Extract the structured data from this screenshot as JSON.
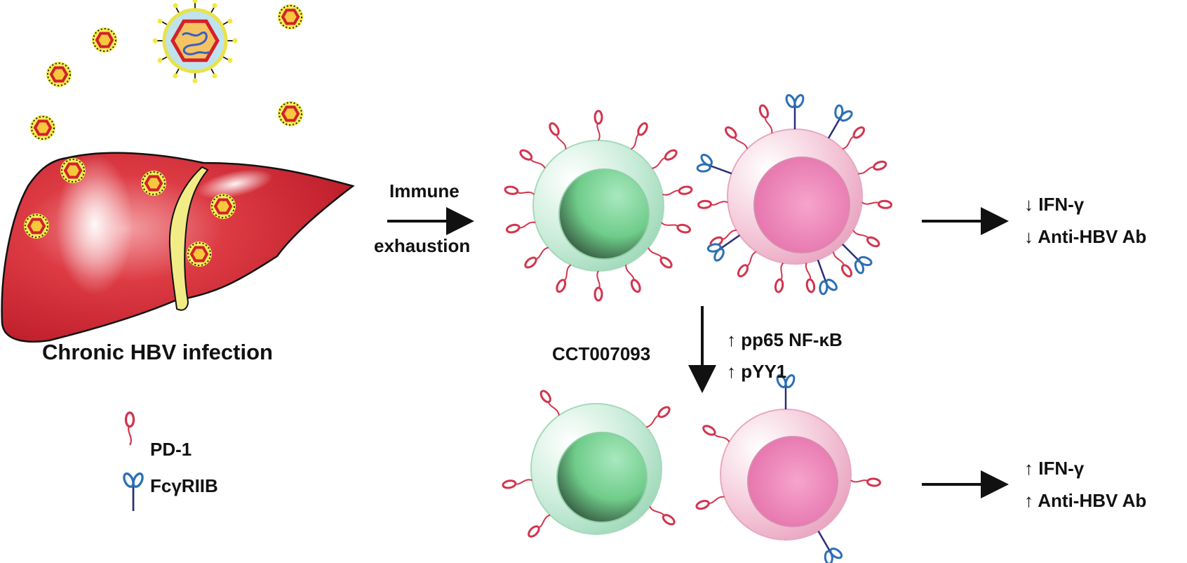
{
  "colors": {
    "liver": "#c8222e",
    "liver_highlight": "#ffffff",
    "gallbladder": "#f1ec86",
    "virus_core": "#d3212a",
    "virus_inner": "#f7c83e",
    "virus_halo": "#f5f050",
    "t_cell_body": "#c9ecd9",
    "t_cell_nucleus": "#6fcc8a",
    "b_cell_body": "#f4c9d9",
    "b_cell_nucleus": "#ea79b0",
    "pd1": "#d3344e",
    "fcgriib": "#2c6fb4",
    "arrow": "#111111",
    "text": "#111111"
  },
  "labels": {
    "infection": "Chronic HBV infection",
    "immune_line1": "Immune",
    "immune_line2": "exhaustion",
    "drug": "CCT007093",
    "effect_1": "↑ pp65 NF-κB",
    "effect_2": "↑ pYY1",
    "outcome_top_1": "↓ IFN-γ",
    "outcome_top_2": "↓ Anti-HBV Ab",
    "outcome_bottom_1": "↑ IFN-γ",
    "outcome_bottom_2": "↑ Anti-HBV Ab"
  },
  "legend": {
    "pd1_label": "PD-1",
    "fcgriib_label": "FcγRIIB"
  },
  "icons": {
    "liver": "liver-icon",
    "virus": "hbv-virion-icon",
    "t_cell": "t-cell-icon",
    "b_cell": "b-cell-icon",
    "pd1": "pd1-receptor-icon",
    "fcgriib": "fcgriib-receptor-icon"
  }
}
